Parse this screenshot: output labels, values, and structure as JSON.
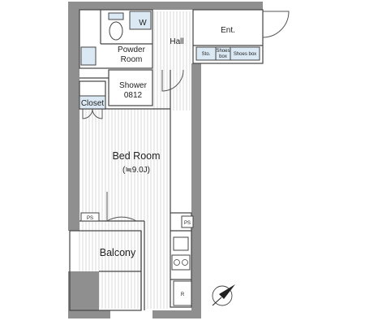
{
  "rooms": {
    "hall": "Hall",
    "entrance": "Ent.",
    "powder_line1": "Powder",
    "powder_line2": "Room",
    "shower_line1": "Shower",
    "shower_line2": "0812",
    "closet": "Closet",
    "bedroom": "Bed Room",
    "bedroom_area": "(≒9.0J)",
    "balcony": "Balcony"
  },
  "fixtures": {
    "washer_mark": "W",
    "storage": "Sto.",
    "shoe_box_small_line1": "Shoes",
    "shoe_box_small_line2": "box",
    "shoe_box": "Shoes box",
    "pipe_space_left": "PS",
    "pipe_space_kitchen": "PS",
    "refrigerator": "R"
  },
  "colors": {
    "wall": "#8f8f8f",
    "floor_lines": "#d0d0d0",
    "fixture_fill": "#dbe9f4",
    "line": "#444444"
  }
}
